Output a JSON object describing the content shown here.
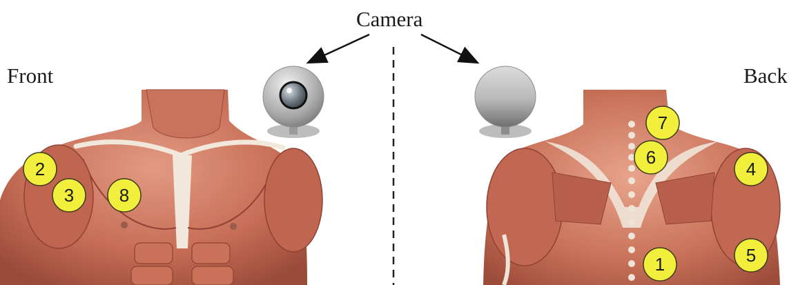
{
  "labels": {
    "camera": "Camera",
    "front": "Front",
    "back": "Back"
  },
  "icons": {
    "front_camera": "webcam-icon",
    "back_camera": "webcam-back-icon"
  },
  "markers": {
    "front": [
      "2",
      "3",
      "8"
    ],
    "back": [
      "7",
      "6",
      "4",
      "1",
      "5"
    ]
  },
  "colors": {
    "marker_fill": "#f2ee3c",
    "marker_stroke": "#3a3a1a",
    "muscle": "#c8705a",
    "tendon": "#efe4d8"
  }
}
